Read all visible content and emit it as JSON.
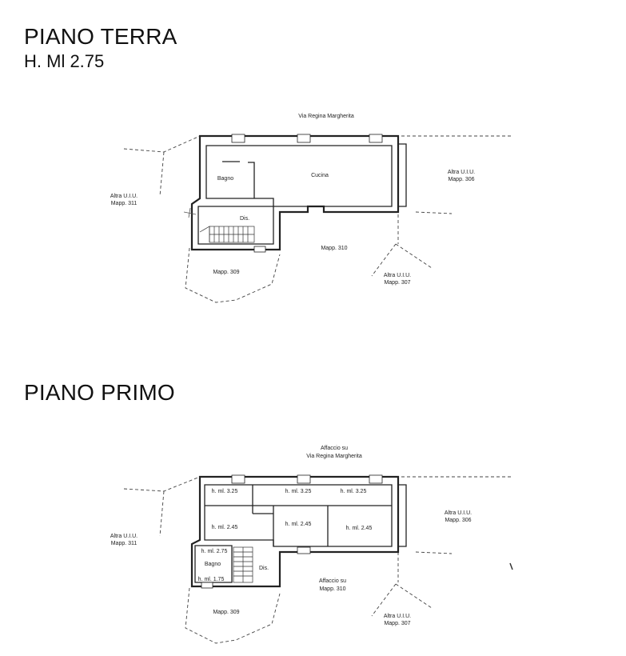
{
  "ground": {
    "title": "PIANO TERRA",
    "height": "H. Ml 2.75",
    "street": "Via Regina Margherita",
    "rooms": {
      "bagno": "Bagno",
      "cucina": "Cucina",
      "dis": "Dis."
    },
    "neighbors": {
      "left_1": "Altra U.I.U.",
      "left_2": "Mapp. 311",
      "right_1": "Altra U.I.U.",
      "right_2": "Mapp. 306",
      "bottom_right_1": "Altra U.I.U.",
      "bottom_right_2": "Mapp. 307",
      "mapp309": "Mapp. 309",
      "mapp310": "Mapp. 310"
    }
  },
  "first": {
    "title": "PIANO PRIMO",
    "street_1": "Affaccio su",
    "street_2": "Via Regina Margherita",
    "heights": {
      "h1": "h. ml. 3.25",
      "h2": "h. ml. 3.25",
      "h3": "h. ml. 3.25",
      "h4": "h. ml. 2.45",
      "h5": "h. ml. 2.45",
      "h6": "h. ml. 2.45",
      "h7": "h. ml. 2.75",
      "h8": "h. ml. 1.75"
    },
    "rooms": {
      "bagno": "Bagno",
      "dis": "Dis."
    },
    "neighbors": {
      "left_1": "Altra U.I.U.",
      "left_2": "Mapp. 311",
      "right_1": "Altra U.I.U.",
      "right_2": "Mapp. 306",
      "bottom_right_1": "Altra U.I.U.",
      "bottom_right_2": "Mapp. 307",
      "affaccio_1": "Affaccio su",
      "affaccio_2": "Mapp. 310",
      "mapp309": "Mapp. 309"
    }
  }
}
